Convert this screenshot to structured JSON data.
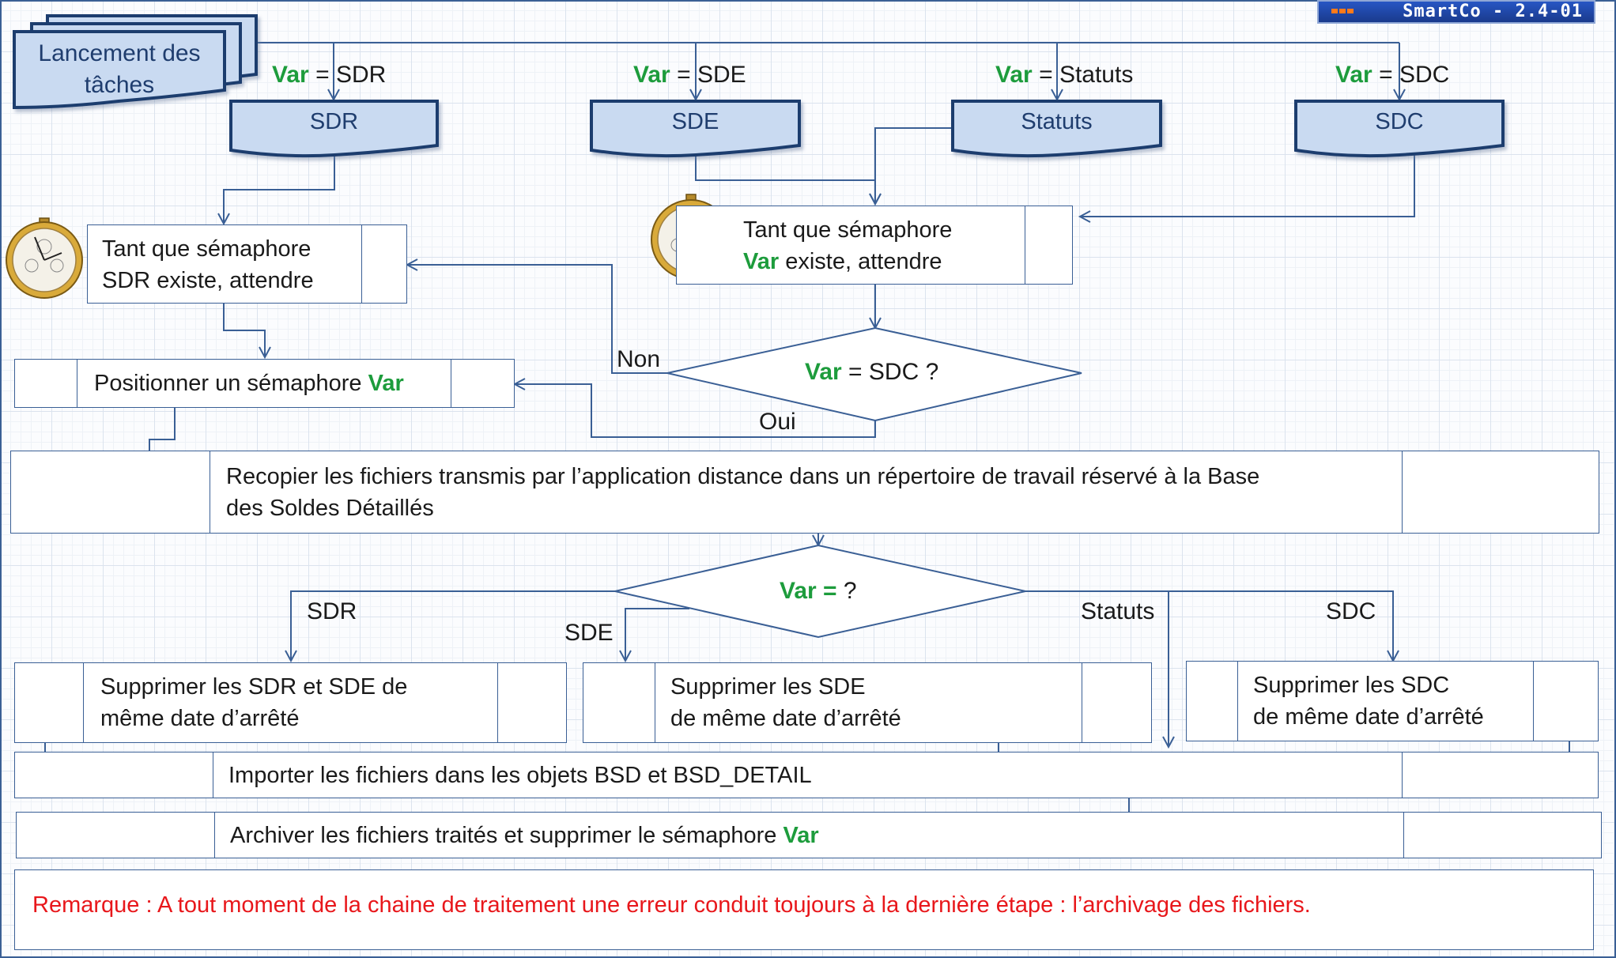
{
  "badge": {
    "title": "SmartCo - 2.4-01"
  },
  "start": {
    "label_line1": "Lancement des",
    "label_line2": "tâches"
  },
  "branches": [
    {
      "var_word": "Var",
      "eq": "=",
      "value": "SDR",
      "box": "SDR"
    },
    {
      "var_word": "Var",
      "eq": "=",
      "value": "SDE",
      "box": "SDE"
    },
    {
      "var_word": "Var",
      "eq": "=",
      "value": "Statuts",
      "box": "Statuts"
    },
    {
      "var_word": "Var",
      "eq": "=",
      "value": "SDC",
      "box": "SDC"
    }
  ],
  "wait_left": {
    "line1": "Tant que sémaphore",
    "line2": "SDR existe, attendre"
  },
  "wait_right": {
    "line1": "Tant que sémaphore",
    "var_word": "Var",
    "line2_rest": " existe, attendre"
  },
  "decision1": {
    "var_word": "Var",
    "rest": " = SDC ?",
    "no_label": "Non",
    "yes_label": "Oui"
  },
  "set_semaphore": {
    "text": "Positionner un sémaphore ",
    "var_word": "Var"
  },
  "copy_step": {
    "line1": "Recopier les fichiers transmis par l’application distance dans un répertoire de travail réservé à la Base",
    "line2": "des Soldes Détaillés"
  },
  "decision2": {
    "var_word": "Var =",
    "rest": " ?",
    "labels": {
      "sdr": "SDR",
      "sde": "SDE",
      "statuts": "Statuts",
      "sdc": "SDC"
    }
  },
  "delete_steps": [
    {
      "line1": "Supprimer les SDR et SDE de",
      "line2": "même date d’arrêté"
    },
    {
      "line1": "Supprimer les SDE",
      "line2": "de même date d’arrêté"
    },
    {
      "line1": "Supprimer les SDC",
      "line2": "de même date d’arrêté"
    }
  ],
  "import_step": {
    "text": "Importer les fichiers dans les objets BSD et BSD_DETAIL"
  },
  "archive_step": {
    "text": "Archiver les fichiers traités et supprimer le sémaphore ",
    "var_word": "Var"
  },
  "remark": {
    "text": "Remarque : A tout  moment de la chaine de traitement une  erreur conduit toujours à la dernière étape : l’archivage des fichiers."
  },
  "colors": {
    "var_green": "#1d9c3c",
    "line_blue": "#3a5f95",
    "doc_fill": "#c9daf1",
    "remark_red": "#e8171b"
  },
  "icons": [
    "stopwatch-icon",
    "stopwatch-icon"
  ]
}
